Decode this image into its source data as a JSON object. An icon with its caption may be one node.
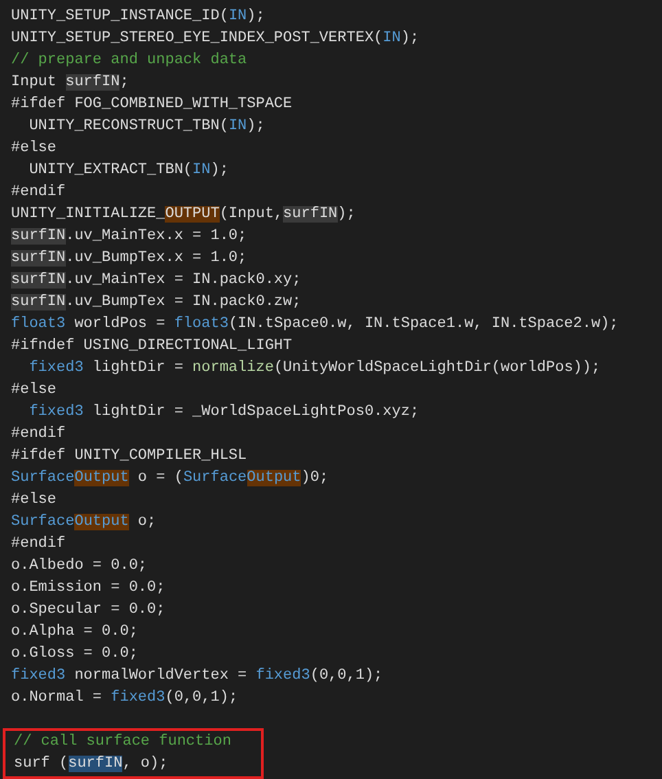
{
  "diagram": {
    "nodes": [
      {
        "text": [
          "// call surface function",
          "surf (surfIN, o);"
        ]
      }
    ],
    "labels": [
      "UNITY_SETUP_INSTANCE_ID(IN);",
      "UNITY_SETUP_STEREO_EYE_INDEX_POST_VERTEX(IN);",
      "// prepare and unpack data",
      "Input surfIN;",
      "#ifdef FOG_COMBINED_WITH_TSPACE",
      "  UNITY_RECONSTRUCT_TBN(IN);",
      "#else",
      "  UNITY_EXTRACT_TBN(IN);",
      "#endif",
      "UNITY_INITIALIZE_OUTPUT(Input,surfIN);",
      "surfIN.uv_MainTex.x = 1.0;",
      "surfIN.uv_BumpTex.x = 1.0;",
      "surfIN.uv_MainTex = IN.pack0.xy;",
      "surfIN.uv_BumpTex = IN.pack0.zw;",
      "float3 worldPos = float3(IN.tSpace0.w, IN.tSpace1.w, IN.tSpace2.w);",
      "#ifndef USING_DIRECTIONAL_LIGHT",
      "  fixed3 lightDir = normalize(UnityWorldSpaceLightDir(worldPos));",
      "#else",
      "  fixed3 lightDir = _WorldSpaceLightPos0.xyz;",
      "#endif",
      "#ifdef UNITY_COMPILER_HLSL",
      "SurfaceOutput o = (SurfaceOutput)0;",
      "#else",
      "SurfaceOutput o;",
      "#endif",
      "o.Albedo = 0.0;",
      "o.Emission = 0.0;",
      "o.Specular = 0.0;",
      "o.Alpha = 0.0;",
      "o.Gloss = 0.0;",
      "fixed3 normalWorldVertex = fixed3(0,0,1);",
      "o.Normal = fixed3(0,0,1);"
    ]
  }
}
